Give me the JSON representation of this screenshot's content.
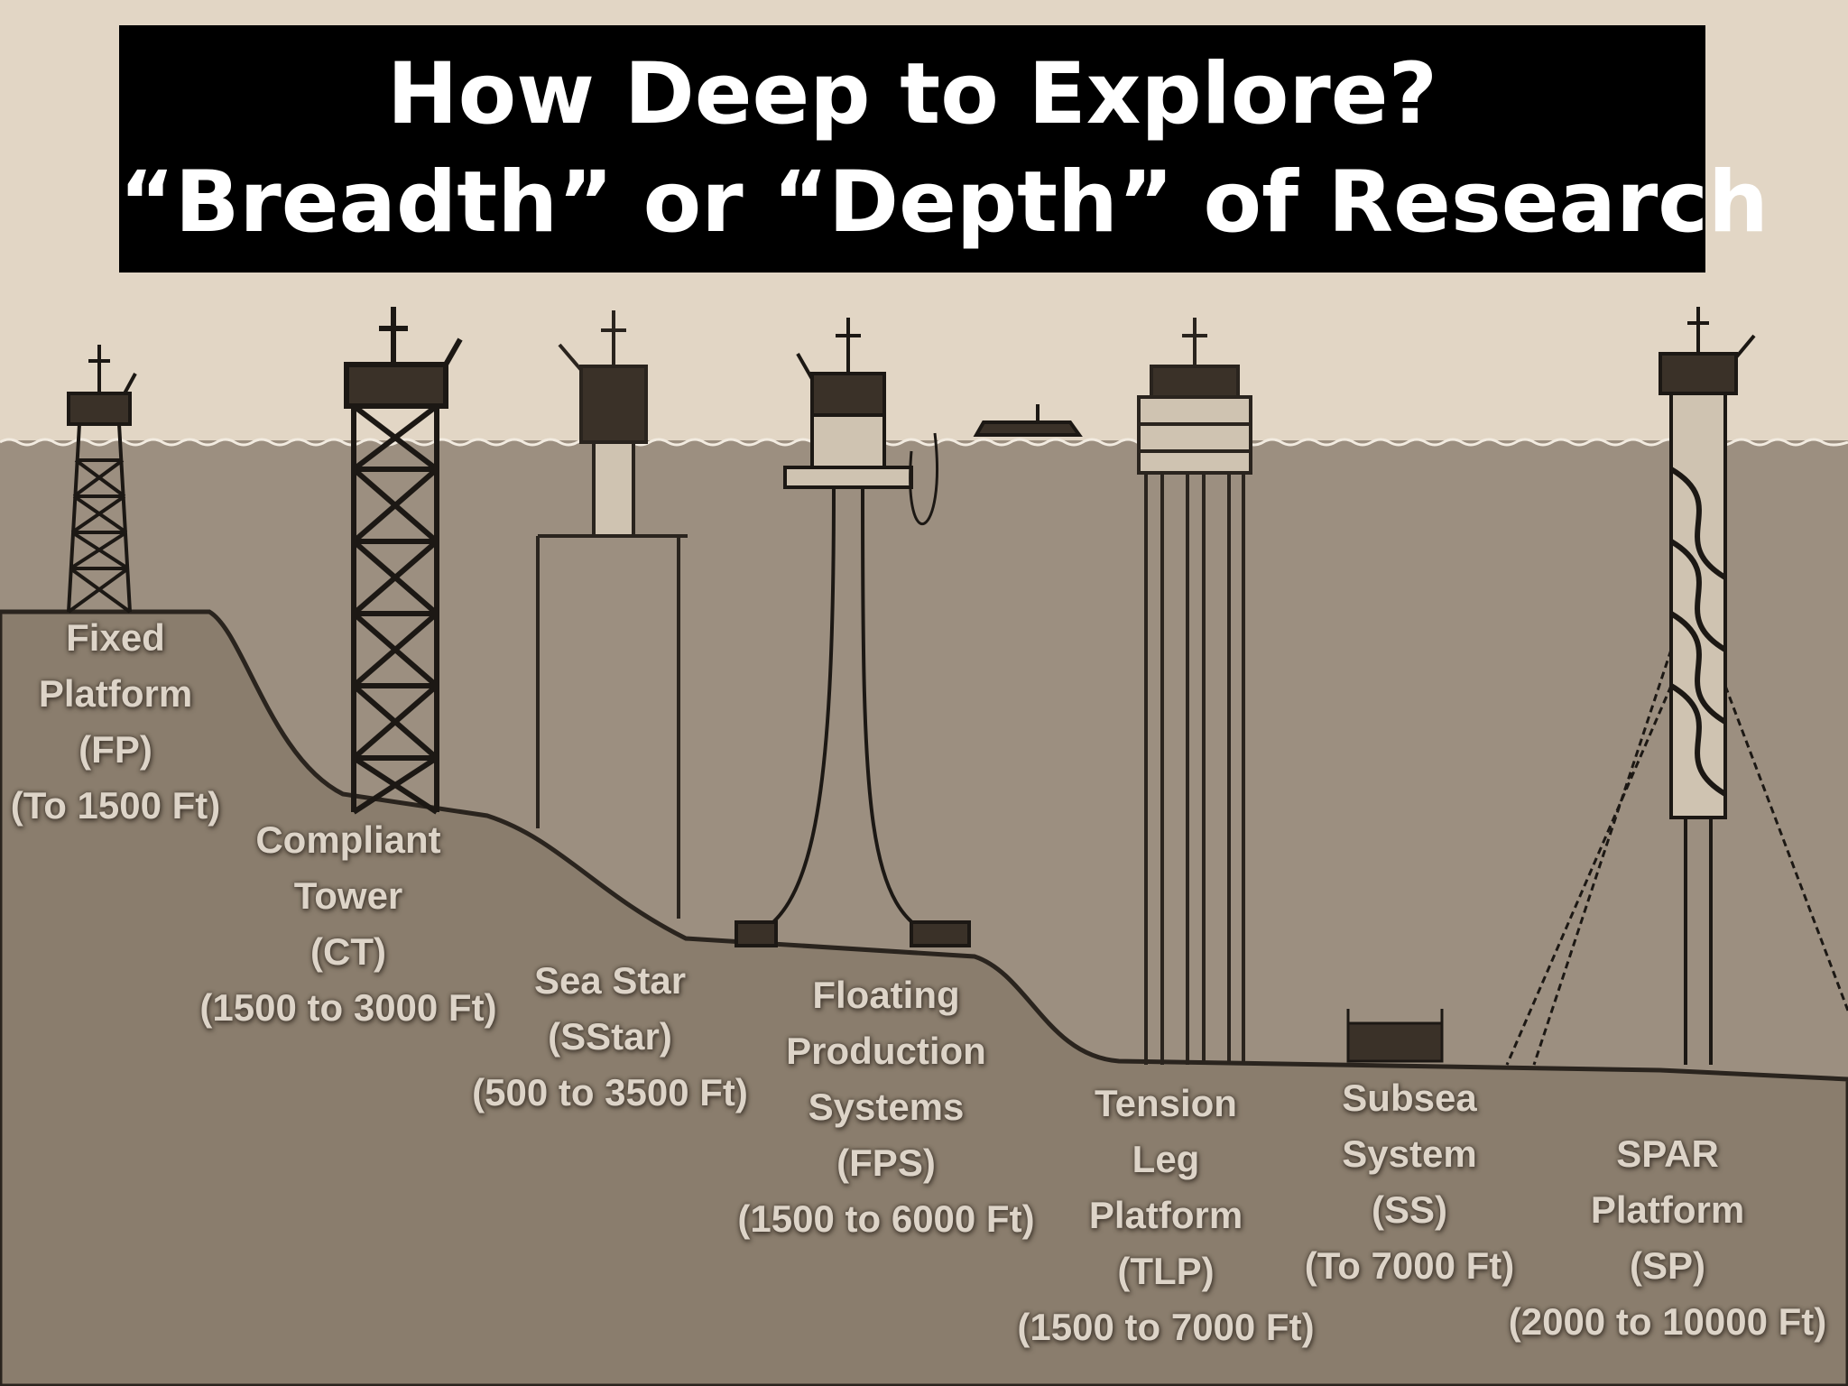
{
  "title": {
    "line1": "How Deep to Explore?",
    "line2": "“Breadth” or “Depth” of Research"
  },
  "colors": {
    "sky": "#e2d6c5",
    "water": "#9c8f80",
    "seabed": "#8a7d6d",
    "structure": "#1c1814",
    "label_text": "#ddd4c8"
  },
  "platforms": [
    {
      "key": "fp",
      "lines": [
        "Fixed",
        "Platform",
        "(FP)",
        "(To 1500 Ft)"
      ]
    },
    {
      "key": "ct",
      "lines": [
        "Compliant",
        "Tower",
        "(CT)",
        "(1500 to 3000 Ft)"
      ]
    },
    {
      "key": "ss",
      "lines": [
        "Sea Star",
        "(SStar)",
        "(500 to 3500 Ft)"
      ]
    },
    {
      "key": "fps",
      "lines": [
        "Floating",
        "Production",
        "Systems",
        "(FPS)",
        "(1500 to 6000 Ft)"
      ]
    },
    {
      "key": "tlp",
      "lines": [
        "Tension",
        "Leg",
        "Platform",
        "(TLP)",
        "(1500 to 7000 Ft)"
      ]
    },
    {
      "key": "sub",
      "lines": [
        "Subsea",
        "System",
        "(SS)",
        "(To 7000 Ft)"
      ]
    },
    {
      "key": "spar",
      "lines": [
        "SPAR",
        "Platform",
        "(SP)",
        "(2000 to 10000 Ft)"
      ]
    }
  ]
}
